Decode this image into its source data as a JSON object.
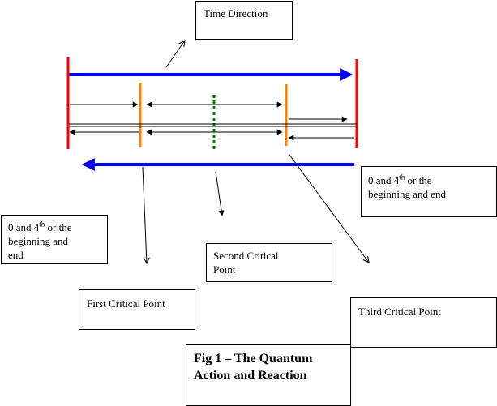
{
  "labels": {
    "time_direction": "Time Direction",
    "right_box": {
      "line1_pre": "0 and 4",
      "line1_sup": "th",
      "line1_post": " or the",
      "line2": "beginning and end"
    },
    "left_box": {
      "line1_pre": "0 and 4",
      "line1_sup": "th",
      "line1_post": " or the",
      "line2": "beginning and",
      "line3": "end"
    },
    "second_critical_point": [
      "Second Critical",
      "Point"
    ],
    "first_critical_point": "First Critical Point",
    "third_critical_point": "Third Critical Point",
    "caption": [
      "Fig 1 – The Quantum",
      "Action and Reaction"
    ]
  },
  "colors": {
    "time_arrow": "#0000ff",
    "boundary_marker": "#ff0000",
    "critical_marker": "#ff8000",
    "center_marker": "#008000",
    "line": "#000000"
  }
}
